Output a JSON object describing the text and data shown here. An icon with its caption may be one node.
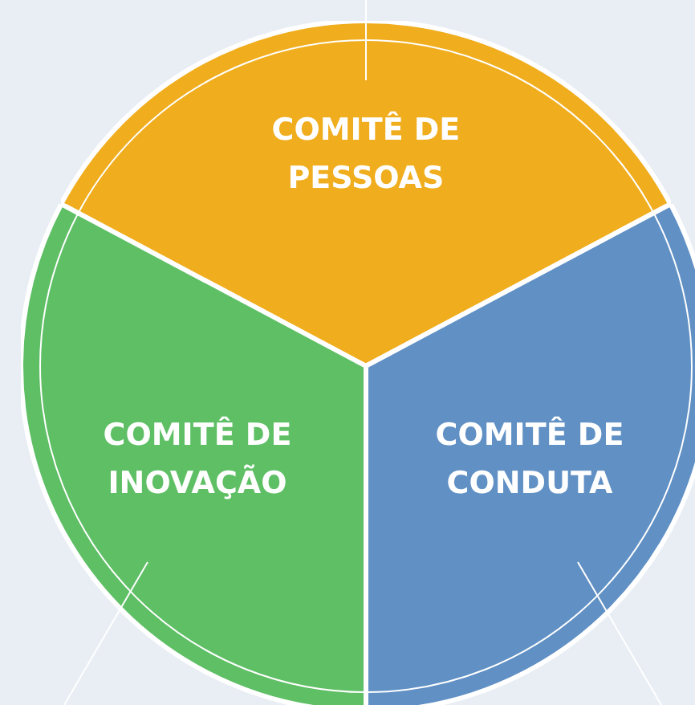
{
  "diagram": {
    "nodes": [
      {
        "text": [
          "COMITÊ DE PESSOAS"
        ]
      },
      {
        "text": [
          "COMITÊ DE INOVAÇÃO"
        ]
      },
      {
        "text": [
          "COMITÊ DE CONDUTA"
        ]
      }
    ],
    "edges": [
      {
        "from": 0,
        "to": null,
        "arrow": "none"
      },
      {
        "from": 1,
        "to": null,
        "arrow": "none"
      },
      {
        "from": 2,
        "to": null,
        "arrow": "none"
      }
    ]
  }
}
